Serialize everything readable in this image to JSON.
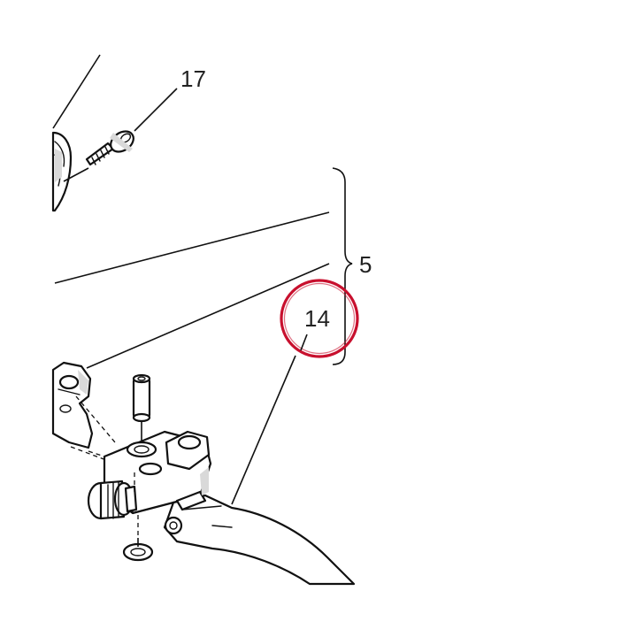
{
  "callouts": {
    "screw": "17",
    "assembly": "5",
    "lever": "14"
  },
  "colors": {
    "highlight_ring": "#c8102e",
    "linework": "#111111",
    "background": "#ffffff"
  }
}
